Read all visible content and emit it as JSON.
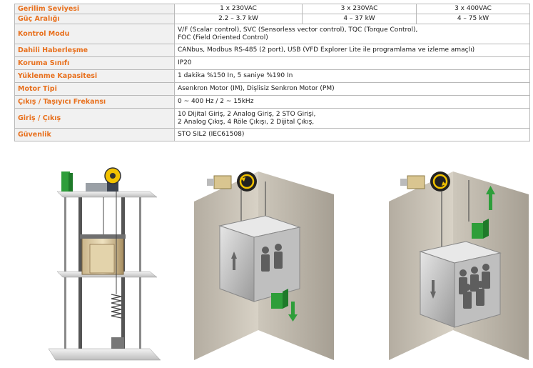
{
  "spec_table": {
    "rows": [
      {
        "label": "Gerilim Seviyesi",
        "cells": [
          "1 x 230VAC",
          "3 x 230VAC",
          "3 x 400VAC"
        ]
      },
      {
        "label": "Güç Aralığı",
        "cells": [
          "2.2 – 3.7 kW",
          "4 – 37 kW",
          "4 – 75 kW"
        ]
      },
      {
        "label": "Kontrol Modu",
        "value_lines": [
          "V/F (Scalar control), SVC (Sensorless vector control), TQC (Torque Control),",
          "FOC (Field Oriented Control)"
        ]
      },
      {
        "label": "Dahili Haberleşme",
        "value": "CANbus, Modbus RS-485 (2 port), USB (VFD Explorer Lite ile programlama ve izleme amaçlı)"
      },
      {
        "label": "Koruma Sınıfı",
        "value": "IP20"
      },
      {
        "label": "Yüklenme Kapasitesi",
        "value": "1 dakika %150 In, 5 saniye %190 In"
      },
      {
        "label": "Motor Tipi",
        "value": "Asenkron Motor (IM), Dişlisiz Senkron Motor (PM)"
      },
      {
        "label": "Çıkış / Taşıyıcı Frekansı",
        "value": "0 ~ 400 Hz  /  2 ~ 15kHz"
      },
      {
        "label": "Giriş / Çıkış",
        "value_lines": [
          "10 Dijital Giriş, 2 Analog Giriş, 2 STO Girişi,",
          "2 Analog Çıkış, 4 Röle Çıkışı, 2 Dijital Çıkış,"
        ]
      },
      {
        "label": "Güvenlik",
        "value": "STO SIL2 (IEC61508)"
      }
    ]
  },
  "colors": {
    "label_text": "#e8701d",
    "label_bg": "#f1f1f1",
    "border": "#b9b9b9",
    "motor_green": "#2e9e3a",
    "sheave_yellow": "#f2c200"
  }
}
